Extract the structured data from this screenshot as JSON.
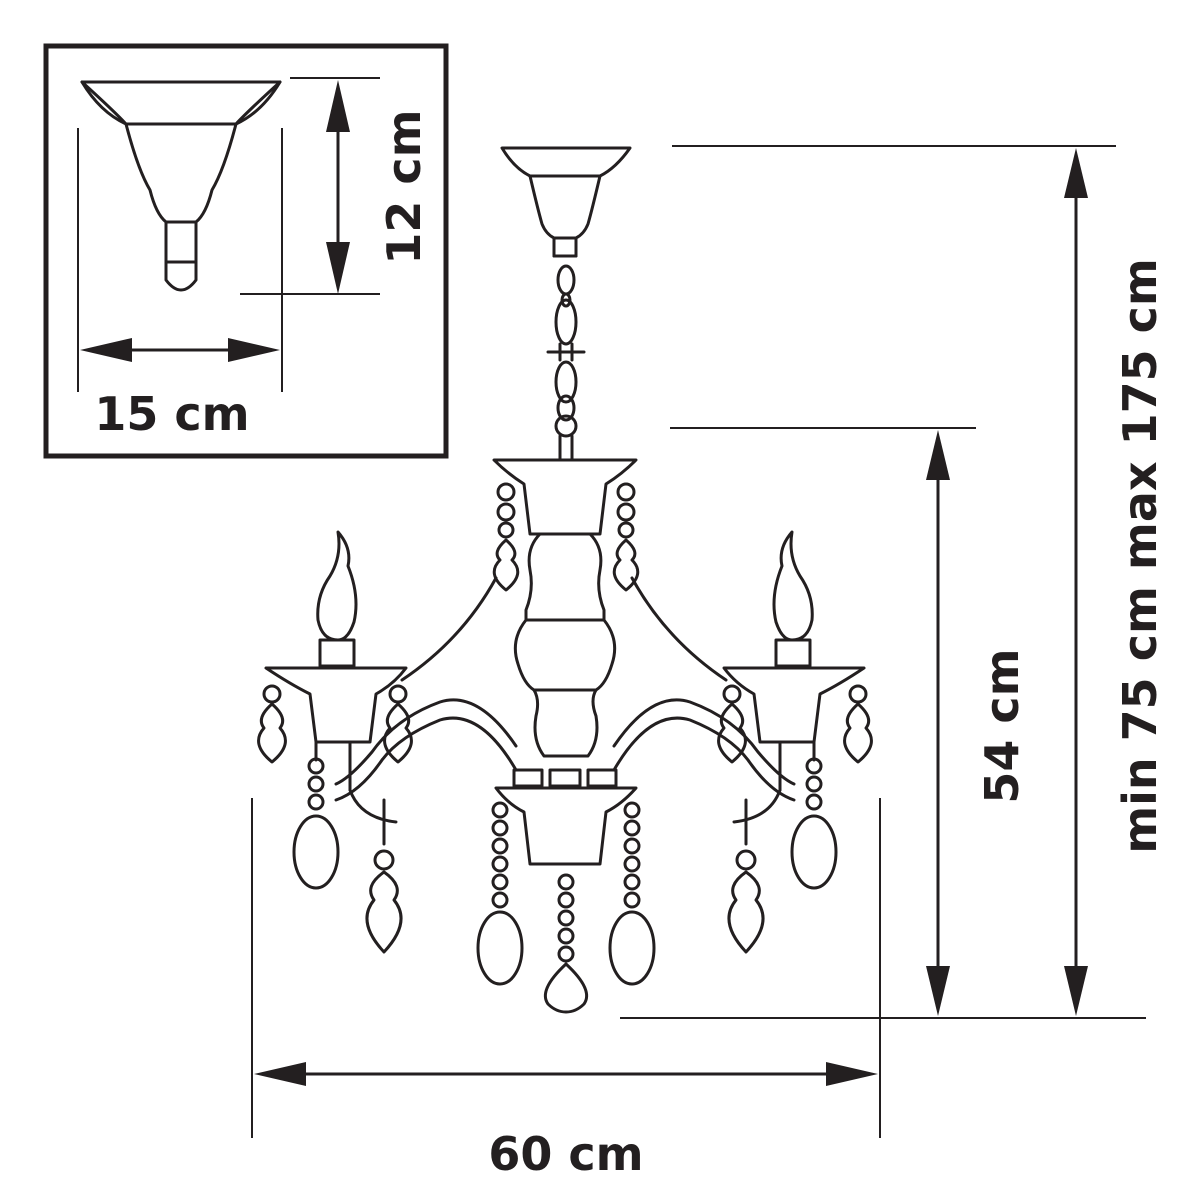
{
  "colors": {
    "ink": "#231f20",
    "background": "#ffffff"
  },
  "dimensions": {
    "canopy_height": "12 cm",
    "canopy_width": "15 cm",
    "fixture_height": "54 cm",
    "total_height": "min 75 cm max 175 cm",
    "fixture_width": "60 cm"
  }
}
